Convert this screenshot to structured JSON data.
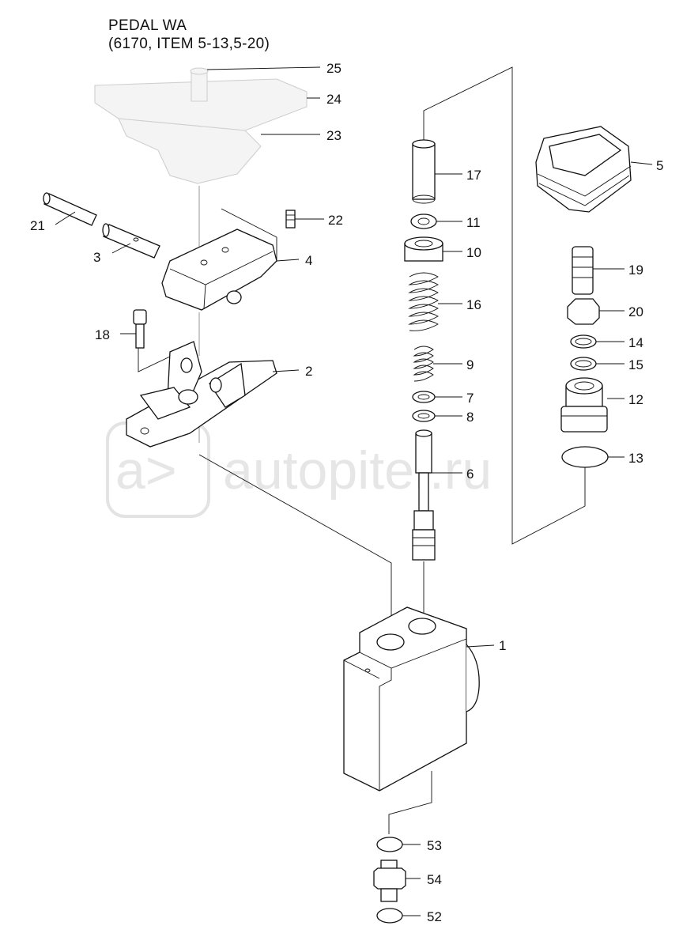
{
  "title": {
    "line1": "PEDAL WA",
    "line2": "(6170, ITEM 5-13,5-20)"
  },
  "watermark": "autopiter.ru",
  "watermark_logo": "a>",
  "part_labels": {
    "p1": "1",
    "p2": "2",
    "p3": "3",
    "p4": "4",
    "p5": "5",
    "p6": "6",
    "p7": "7",
    "p8": "8",
    "p9": "9",
    "p10": "10",
    "p11": "11",
    "p12": "12",
    "p13": "13",
    "p14": "14",
    "p15": "15",
    "p16": "16",
    "p17": "17",
    "p18": "18",
    "p19": "19",
    "p20": "20",
    "p21": "21",
    "p22": "22",
    "p23": "23",
    "p24": "24",
    "p25": "25",
    "p52": "52",
    "p53": "53",
    "p54": "54"
  }
}
